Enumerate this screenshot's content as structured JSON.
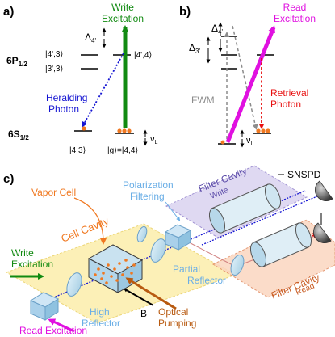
{
  "panel_a": {
    "label": "a)",
    "write_excitation": [
      "Write",
      "Excitation"
    ],
    "delta": "Δ",
    "delta_sub": "4'",
    "upper_state": "6P",
    "upper_state_sub": "1/2",
    "upper_level_top": "|4',3⟩",
    "upper_level_bottom": "|3',3⟩",
    "upper_level_right": "|4',4⟩",
    "heralding_photon": [
      "Heralding",
      "Photon"
    ],
    "ground_state": "6S",
    "ground_state_sub": "1/2",
    "nu": "ν",
    "nu_sub": "L",
    "left_ground": "|4,3⟩",
    "right_ground": "|g⟩=|4,4⟩"
  },
  "panel_b": {
    "label": "b)",
    "read_excitation": [
      "Read",
      "Excitation"
    ],
    "delta4": "Δ",
    "delta4_sub": "4'",
    "delta3": "Δ",
    "delta3_sub": "3'",
    "fwm": "FWM",
    "retrieval_photon": [
      "Retrieval",
      "Photon"
    ],
    "nu": "ν",
    "nu_sub": "L"
  },
  "panel_c": {
    "label": "c)",
    "snspd": "SNSPD",
    "polarization_filtering": [
      "Polarization",
      "Filtering"
    ],
    "filter_cavity_write": [
      "Filter Cavity",
      "Write"
    ],
    "vapor_cell": "Vapor Cell",
    "cell_cavity": "Cell Cavity",
    "write_excitation": [
      "Write",
      "Excitation"
    ],
    "partial_reflector": [
      "Partial",
      "Reflector"
    ],
    "filter_cavity_read": [
      "Filter Cavity",
      "Read"
    ],
    "optical_pumping": [
      "Optical",
      "Pumping"
    ],
    "field_b": "B",
    "high_reflector": [
      "High",
      "Reflector"
    ],
    "read_excitation": "Read Excitation"
  },
  "colors": {
    "write": "#118a11",
    "heralding": "#1414d2",
    "read": "#e010e0",
    "retrieval": "#e81010",
    "fwm": "#8c8c8c",
    "vapor": "#f07820",
    "pump": "#b85a10",
    "polar": "#6aaee6",
    "filter_write_box": "#d8d0f0",
    "filter_read_box": "#fbd6c0",
    "cell_box": "#fbeca0"
  }
}
